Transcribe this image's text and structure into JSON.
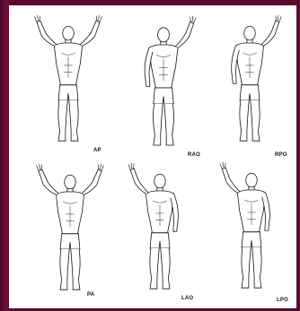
{
  "views": [
    {
      "label": "AP"
    },
    {
      "label": "RAO"
    },
    {
      "label": "RPO"
    },
    {
      "label": "PA"
    },
    {
      "label": "LAO"
    },
    {
      "label": "LPO"
    }
  ],
  "colors": {
    "background": "#5a0a2f",
    "panel": "#ffffff",
    "ink": "#111111"
  }
}
